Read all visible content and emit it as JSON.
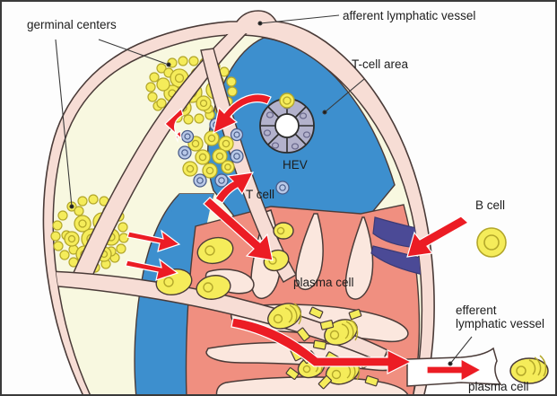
{
  "figure": {
    "title": "Lymph node structure and lymphocyte traffic",
    "kind": "biological-diagram"
  },
  "labels": {
    "germinal_centers": "germinal centers",
    "afferent_lymphatic_vessel": "afferent lymphatic vessel",
    "tcell_area": "T-cell area",
    "hev": "HEV",
    "t_cell": "T cell",
    "plasma_cell": "plasma cell",
    "b_cell": "B cell",
    "efferent_lymphatic_vessel": "efferent\nlymphatic vessel",
    "plasma_cell_exit": "plasma cell"
  },
  "colors": {
    "capsule": "#f7ddd5",
    "capsule_stroke": "#4a3b38",
    "cortex": "#f8f8e0",
    "tcell_area": "#3d8fce",
    "medulla_cord": "#f08f80",
    "sinus": "#fbe7de",
    "vessel_purple": "#4b4a96",
    "b_cell_fill": "#f5ec5a",
    "b_cell_stroke": "#b3a72a",
    "t_cell_fill": "#b9c9e8",
    "t_cell_stroke": "#4a5d8a",
    "hev_fill": "#b3b2cc",
    "arrow_red": "#ec1c24",
    "label_text": "#1d1d1d",
    "frame": "#3a3a3a",
    "background": "#fdfdfd"
  },
  "annotations": {
    "leader_lines": 5,
    "red_arrows": 9
  }
}
